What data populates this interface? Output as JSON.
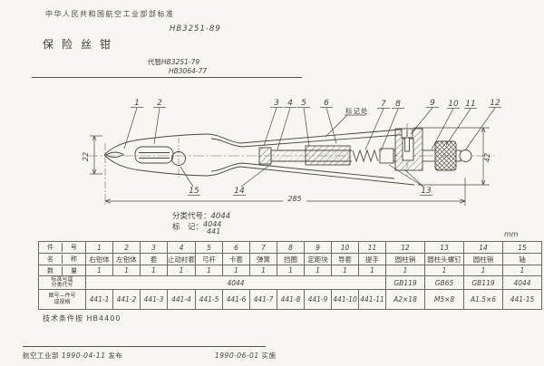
{
  "header": {
    "org_line": "中华人民共和国航空工业部部标准",
    "std_no": "HB3251-89",
    "title": "保险丝钳",
    "replaces_label": "代替",
    "replaces_1": "HB3251-79",
    "replaces_2": "HB3064-77"
  },
  "drawing": {
    "callouts": [
      "1",
      "2",
      "3",
      "4",
      "5",
      "6",
      "7",
      "8",
      "9",
      "10",
      "11",
      "12",
      "13",
      "14",
      "15"
    ],
    "mark_label": "标记处",
    "dim_length": "285",
    "dim_head_height": "22",
    "dim_end_height": "42"
  },
  "classification": {
    "class_code_label": "分类代号：",
    "class_code": "4044",
    "mark_label": "标　记：",
    "mark_top": "4044",
    "mark_bottom": "441"
  },
  "table": {
    "unit": "mm",
    "row_labels": {
      "item_no": [
        "件",
        "号"
      ],
      "name": [
        "名",
        "称"
      ],
      "qty": [
        "数",
        "量"
      ],
      "std": [
        "标准号或",
        "分类代号"
      ],
      "spec": [
        "图号—件号",
        "或规格"
      ]
    },
    "item_nos": [
      "1",
      "2",
      "3",
      "4",
      "5",
      "6",
      "7",
      "8",
      "9",
      "10",
      "11",
      "12",
      "13",
      "14",
      "15"
    ],
    "names": [
      "右钳体",
      "左钳体",
      "套",
      "止动衬套",
      "弓杆",
      "卡套",
      "弹簧",
      "挡圈",
      "定距块",
      "导套",
      "提手",
      "圆柱销",
      "圆柱头螺钉",
      "圆柱销",
      "轴"
    ],
    "qtys": [
      "1",
      "1",
      "1",
      "1",
      "1",
      "1",
      "1",
      "1",
      "1",
      "1",
      "1",
      "1",
      "1",
      "1",
      "1"
    ],
    "std_row": {
      "merged": "4044",
      "cols": [
        "GB119",
        "GB65",
        "GB119",
        "4044"
      ]
    },
    "spec_row": [
      "441-1",
      "441-2",
      "441-3",
      "441-4",
      "441-5",
      "441-6",
      "441-7",
      "441-8",
      "441-9",
      "441-10",
      "441-11",
      "A2×18",
      "M5×8",
      "A1.5×6",
      "441-15"
    ]
  },
  "notes": {
    "tech_note": "技术条件按 HB4400"
  },
  "footer": {
    "issuer": "航空工业部",
    "issue_date": "1990-04-11",
    "issue_label": "发布",
    "impl_date": "1990-06-01",
    "impl_label": "实施"
  }
}
